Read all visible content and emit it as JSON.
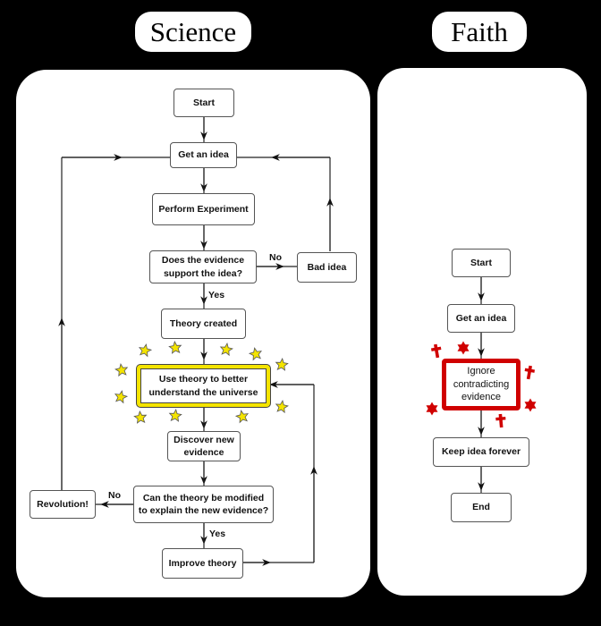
{
  "titles": {
    "science": "Science",
    "faith": "Faith"
  },
  "colors": {
    "background": "#000000",
    "panel": "#ffffff",
    "highlight_yellow": "#f4e400",
    "highlight_red": "#d00000",
    "line": "#111111"
  },
  "science": {
    "nodes": {
      "start": "Start",
      "get_idea": "Get an idea",
      "experiment": "Perform Experiment",
      "decision1_line1": "Does the evidence",
      "decision1_line2": "support the idea?",
      "bad_idea": "Bad idea",
      "theory_created": "Theory created",
      "use_theory_line1": "Use theory to better",
      "use_theory_line2": "understand the universe",
      "discover_line1": "Discover new",
      "discover_line2": "evidence",
      "decision2_line1": "Can the theory be modified",
      "decision2_line2": "to explain the new evidence?",
      "revolution": "Revolution!",
      "improve": "Improve theory"
    },
    "edge_labels": {
      "no1": "No",
      "yes1": "Yes",
      "no2": "No",
      "yes2": "Yes"
    },
    "decoration_icon": "star-icon"
  },
  "faith": {
    "nodes": {
      "start": "Start",
      "get_idea": "Get an idea",
      "ignore_line1": "Ignore",
      "ignore_line2": "contradicting",
      "ignore_line3": "evidence",
      "keep": "Keep idea forever",
      "end": "End"
    },
    "decoration_icons": [
      "cross-icon",
      "star-of-david-icon",
      "crescent-icon"
    ]
  }
}
